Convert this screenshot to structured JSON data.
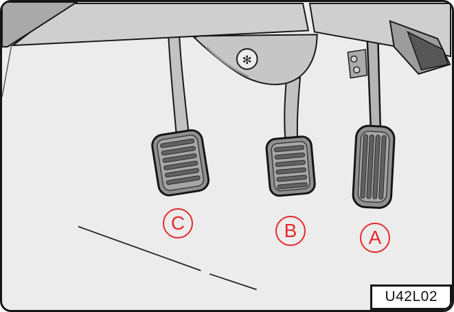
{
  "figure": {
    "colors": {
      "bg": "#ececec",
      "accent-red": "#e5282d",
      "line": "#161616"
    },
    "pedal_labels": [
      "C",
      "B",
      "A"
    ],
    "code": "U42L02",
    "icons": {
      "emblem_glyph": "✻"
    }
  }
}
